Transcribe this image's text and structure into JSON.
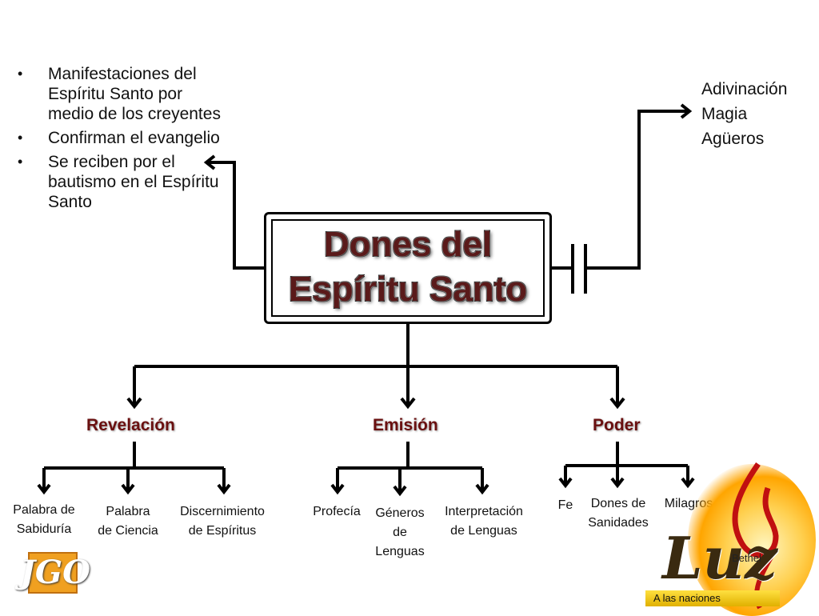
{
  "left_notes": [
    "Manifestaciones del Espíritu Santo por medio de los creyentes",
    "Confirman el evangelio",
    "Se reciben por el bautismo en el Espíritu Santo"
  ],
  "bullet_symbol": "•",
  "right_notes": [
    "Adivinación",
    "Magia",
    "Agüeros"
  ],
  "title": {
    "line1": "Dones del",
    "line2": "Espíritu Santo"
  },
  "categories": {
    "revelacion": {
      "label": "Revelación",
      "leaves": [
        [
          "Palabra de",
          "Sabiduría"
        ],
        [
          "Palabra",
          "de Ciencia"
        ],
        [
          "Discernimiento",
          "de Espíritus"
        ]
      ]
    },
    "emision": {
      "label": "Emisión",
      "leaves": [
        [
          "Profecía"
        ],
        [
          "Géneros",
          "de",
          "Lenguas"
        ],
        [
          "Interpretación",
          "de Lenguas"
        ]
      ]
    },
    "poder": {
      "label": "Poder",
      "leaves": [
        [
          "Fe"
        ],
        [
          "Dones de",
          "Sanidades"
        ],
        [
          "Milagros"
        ]
      ]
    }
  },
  "logos": {
    "igo": "JGO",
    "luz": "Luz",
    "bethel": "Bethel",
    "tagline": "A las naciones"
  },
  "colors": {
    "title_text": "#5a1a1a",
    "category_text": "#6a1010",
    "flame": "#ffa500"
  }
}
